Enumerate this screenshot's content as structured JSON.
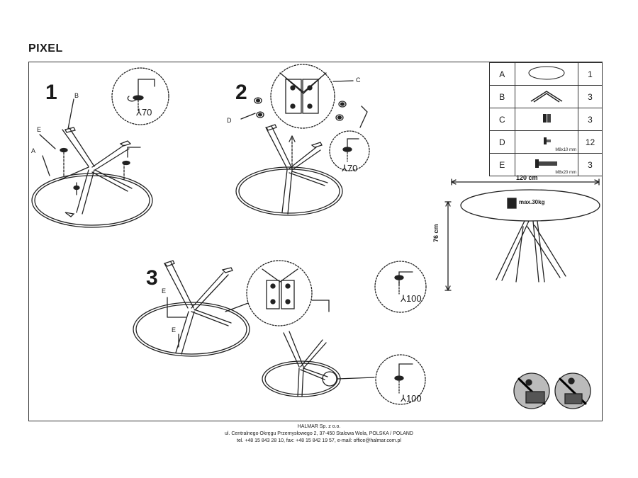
{
  "product_name": "PIXEL",
  "steps": [
    "1",
    "2",
    "3"
  ],
  "part_callouts": {
    "a": "A",
    "b": "B",
    "c": "C",
    "d": "D",
    "e1": "E",
    "e2": "E",
    "e3": "E"
  },
  "tightening": [
    "⅄70",
    "⅄70",
    "⅄100",
    "⅄100"
  ],
  "parts_list": [
    {
      "key": "A",
      "qty": "1",
      "icon": "tabletop-icon"
    },
    {
      "key": "B",
      "qty": "3",
      "icon": "leg-icon"
    },
    {
      "key": "C",
      "qty": "3",
      "icon": "bracket-icon"
    },
    {
      "key": "D",
      "qty": "12",
      "spec": "M8x10 mm",
      "icon": "short-bolt-icon"
    },
    {
      "key": "E",
      "qty": "3",
      "spec": "M8x20 mm",
      "icon": "long-bolt-icon"
    }
  ],
  "dimensions": {
    "width": "120 cm",
    "height": "76 cm",
    "max_load": "max.30kg"
  },
  "footer": {
    "company": "HALMAR Sp. z o.o.",
    "address": "ul. Centralnego Okręgu Przemysłowego 2, 37-450 Stalowa Wola, POLSKA / POLAND",
    "contact": "tel. +48 15 843 28 10, fax: +48 15 842 19 57, e-mail: office@halmar.com.pl"
  }
}
